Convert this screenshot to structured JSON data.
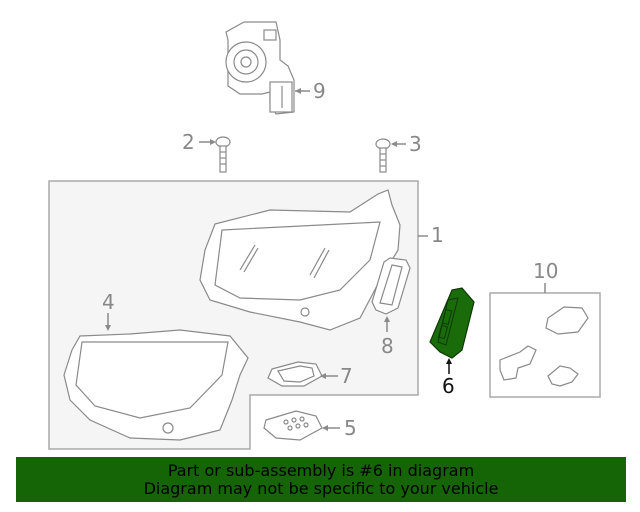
{
  "diagram": {
    "title": "Headlamp components parts diagram",
    "highlight_color": "#1a6b0a",
    "line_color": "#8a8a8a",
    "panel_fill": "#f5f5f5",
    "callouts": [
      {
        "id": "1",
        "label": "1",
        "part": "headlamp-assembly"
      },
      {
        "id": "2",
        "label": "2",
        "part": "bolt"
      },
      {
        "id": "3",
        "label": "3",
        "part": "bolt"
      },
      {
        "id": "4",
        "label": "4",
        "part": "headlamp-assembly-lower"
      },
      {
        "id": "5",
        "label": "5",
        "part": "control-module"
      },
      {
        "id": "6",
        "label": "6",
        "part": "led-module",
        "highlighted": true
      },
      {
        "id": "7",
        "label": "7",
        "part": "gasket"
      },
      {
        "id": "8",
        "label": "8",
        "part": "gasket"
      },
      {
        "id": "9",
        "label": "9",
        "part": "cooling-fan"
      },
      {
        "id": "10",
        "label": "10",
        "part": "bracket-kit"
      }
    ]
  },
  "banner": {
    "line1": "Part or sub-assembly is #6 in diagram",
    "line2": "Diagram may not be specific to your vehicle",
    "background": "#156406"
  }
}
